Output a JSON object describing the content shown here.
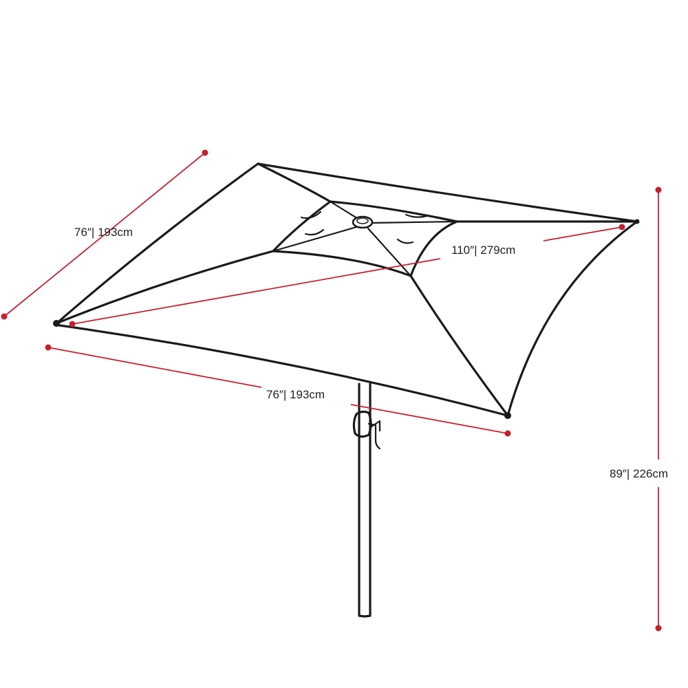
{
  "colors": {
    "dimension_accent": "#c8202f",
    "outline": "#1a1a1a",
    "background": "#ffffff"
  },
  "dimensions": {
    "side_depth": "76″| 193cm",
    "diagonal": "110″| 279cm",
    "front_width": "76″| 193cm",
    "height": "89″| 226cm"
  }
}
